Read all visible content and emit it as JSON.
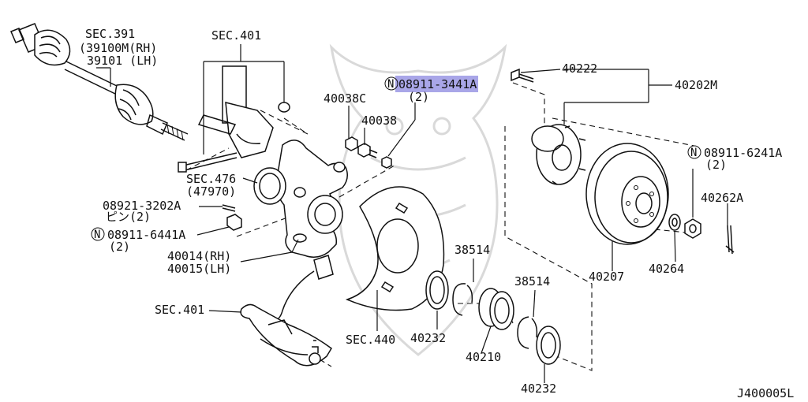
{
  "diagram_code": "J400005L",
  "highlight_color": "#a9a6e8",
  "labels": {
    "sec391": "SEC.391",
    "p39100m": "(39100M(RH)",
    "p39101": "39101 (LH)",
    "sec401_top": "SEC.401",
    "p40038c": "40038C",
    "p40038": "40038",
    "n_symbol": "N",
    "p08911_3441a": "08911-3441A",
    "qty_3441a": "(2)",
    "p40222": "40222",
    "p40202m": "40202M",
    "sec476": "SEC.476",
    "p47970": "(47970)",
    "p08921_3202a": "08921-3202A",
    "pin_2": "ピン(2)",
    "p08911_6441a": "08911-6441A",
    "qty_6441a": "(2)",
    "p40014": "40014(RH)",
    "p40015": "40015(LH)",
    "sec401_bottom": "SEC.401",
    "sec440": "SEC.440",
    "p40232_a": "40232",
    "p38514_a": "38514",
    "p38514_b": "38514",
    "p40210": "40210",
    "p40232_b": "40232",
    "p40207": "40207",
    "p08911_6241a": "08911-6241A",
    "qty_6241a": "(2)",
    "p40262a": "40262A",
    "p40264": "40264"
  }
}
